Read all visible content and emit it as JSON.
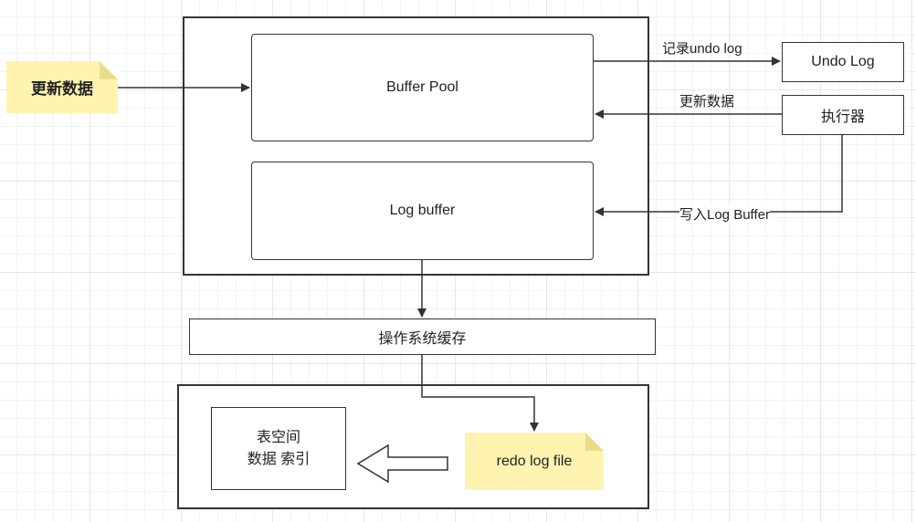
{
  "nodes": {
    "update_note": "更新数据",
    "buffer_pool": "Buffer Pool",
    "log_buffer": "Log buffer",
    "undo_log": "Undo Log",
    "executor": "执行器",
    "os_cache": "操作系统缓存",
    "tablespace_line1": "表空间",
    "tablespace_line2": "数据 索引",
    "redo_log_file": "redo log file"
  },
  "edges": {
    "record_undo": "记录undo log",
    "update_data": "更新数据",
    "write_log_buffer": "写入Log Buffer"
  },
  "colors": {
    "note_fill": "#fff3b0",
    "note_fold": "#e8dc8a",
    "stroke": "#333333"
  }
}
